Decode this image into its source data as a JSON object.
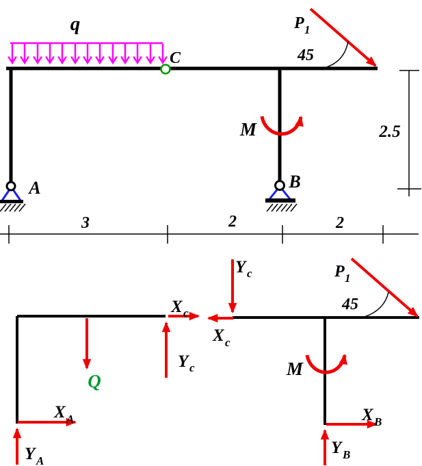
{
  "colors": {
    "structure": "#000000",
    "distributed_load": "#ff00ff",
    "force_arrows": "#ee0000",
    "support_triangles": "#1a1aff",
    "hinge_circle": "#009900",
    "resultant_label": "#009933"
  },
  "top_figure": {
    "distributed_load_label": "q",
    "hinge_label": "C",
    "support_a_label": "A",
    "support_b_label": "B",
    "moment_label": "M",
    "force_p": {
      "main": "P",
      "sub": "1"
    },
    "angle_label": "45",
    "dim_spans": [
      "3",
      "2",
      "2"
    ],
    "height_dim": "2.5"
  },
  "bottom_figure": {
    "resultant_label": "Q",
    "moment_label": "M",
    "force_p": {
      "main": "P",
      "sub": "1"
    },
    "angle_label": "45",
    "xc_left": {
      "main": "X",
      "sub": "c"
    },
    "yc_left": {
      "main": "Y",
      "sub": "c"
    },
    "xc_right": {
      "main": "X",
      "sub": "c"
    },
    "yc_right": {
      "main": "Y",
      "sub": "c"
    },
    "xa": {
      "main": "X",
      "sub": "A"
    },
    "ya": {
      "main": "Y",
      "sub": "A"
    },
    "xb": {
      "main": "X",
      "sub": "B"
    },
    "yb": {
      "main": "Y",
      "sub": "B"
    }
  }
}
